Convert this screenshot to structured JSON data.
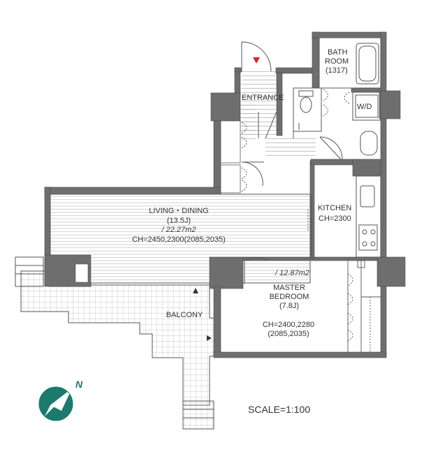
{
  "rooms": {
    "bath": {
      "label_line1": "BATH",
      "label_line2": "ROOM",
      "size": "(1317)"
    },
    "wd": {
      "label": "W/D"
    },
    "entrance": {
      "label": "ENTRANCE"
    },
    "kitchen": {
      "label": "KITCHEN",
      "ceiling": "CH=2300"
    },
    "living": {
      "label": "LIVING・DINING",
      "size_j": "(13.5J)",
      "area": "/ 22.27m2",
      "ceiling": "CH=2450,2300(2085,2035)"
    },
    "bedroom": {
      "area": "/ 12.87m2",
      "label_line1": "MASTER",
      "label_line2": "BEDROOM",
      "size_j": "(7.8J)",
      "ceiling_line1": "CH=2400,2280",
      "ceiling_line2": "(2085,2035)"
    },
    "balcony": {
      "label": "BALCONY"
    }
  },
  "compass": {
    "label": "N"
  },
  "scale": {
    "label": "SCALE=1:100"
  },
  "colors": {
    "wall": "#6e6e6e",
    "wall_edge": "#4a4a4a",
    "line": "#555555",
    "floor_line": "#c8c8c8",
    "balcony_grid": "#b8b8b8",
    "compass": "#1b7a6c",
    "entry_marker": "#e02020"
  }
}
